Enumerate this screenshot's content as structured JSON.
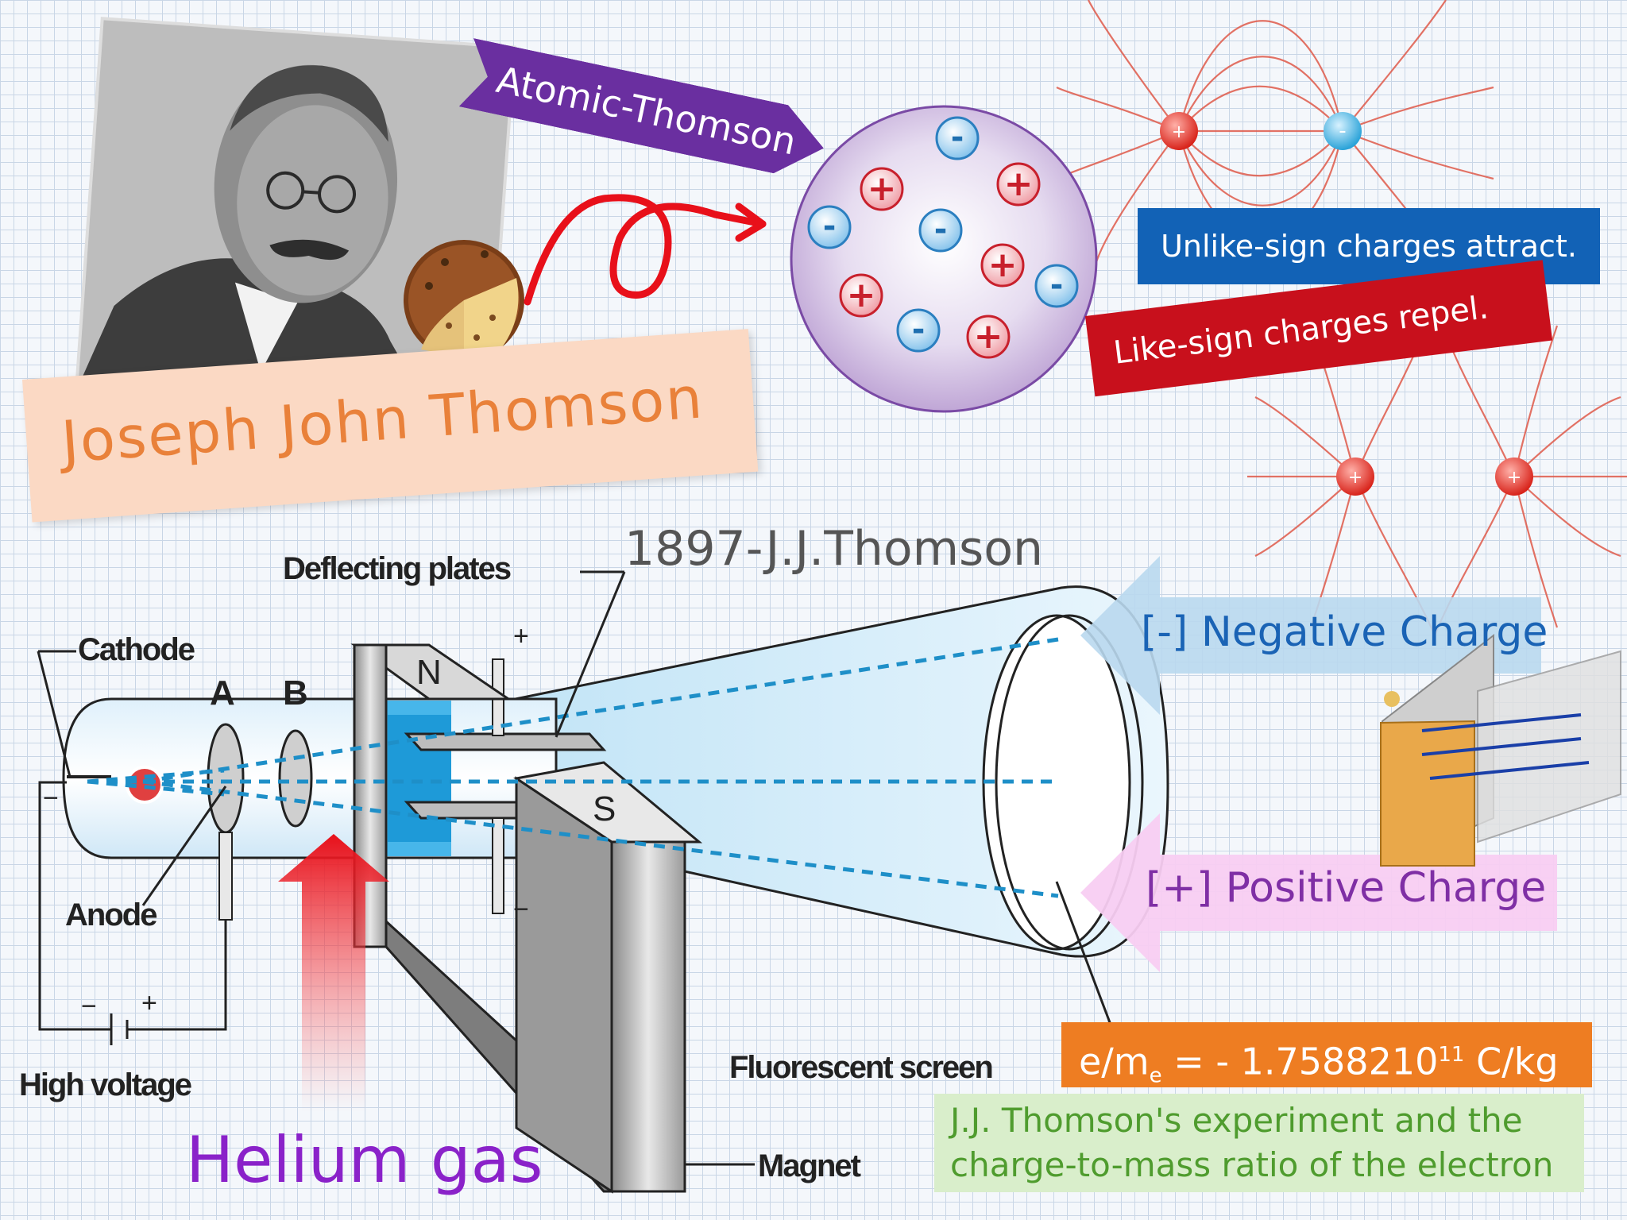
{
  "title_name": "Joseph John Thomson",
  "model_ribbon": "Atomic-Thomson",
  "year_label": "1897-J.J.Thomson",
  "charges": {
    "unlike": "Unlike-sign charges attract.",
    "like": "Like-sign charges repel.",
    "plus_symbol": "+",
    "minus_symbol": "-"
  },
  "apparatus_labels": {
    "deflecting_plates": "Deflecting plates",
    "cathode": "Cathode",
    "anode_a": "A",
    "anode_b": "B",
    "anode": "Anode",
    "north": "N",
    "south": "S",
    "high_voltage": "High voltage",
    "fluorescent_screen": "Fluorescent screen",
    "magnet": "Magnet",
    "plate_plus": "+",
    "plate_minus": "−",
    "battery_minus": "−",
    "battery_plus": "+",
    "cathode_minus": "−"
  },
  "beam_labels": {
    "negative": "[-] Negative Charge",
    "positive": "[+] Positive Charge"
  },
  "ratio": {
    "prefix": "e/m",
    "subscript": "e",
    "middle": " = - 1.758821",
    "base": "0",
    "exponent": "11",
    "unit": " C/kg"
  },
  "caption_line1": "J.J. Thomson's experiment and the",
  "caption_line2": "charge-to-mass ratio of the electron",
  "helium_label": "Helium gas",
  "colors": {
    "purple_ribbon": "#6a2fa0",
    "blue_box": "#1262b6",
    "red_box": "#c8101c",
    "orange_box": "#ee7d22",
    "green_box": "#d9eecb",
    "beam": "#1e8fc8"
  }
}
